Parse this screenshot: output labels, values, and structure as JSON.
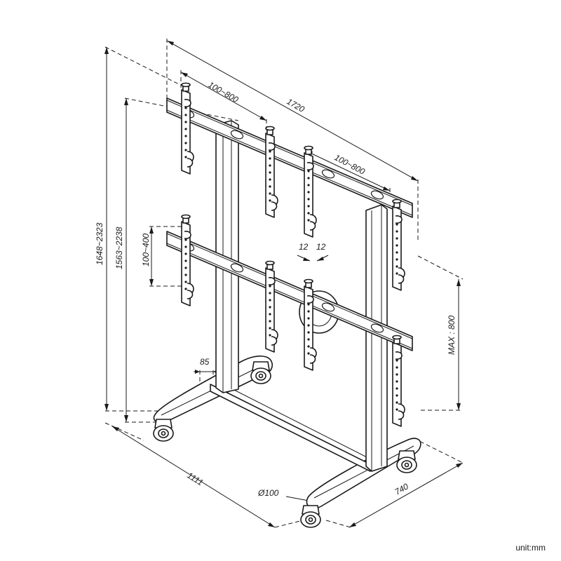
{
  "dimensions": {
    "top_width": "1720",
    "top_left_spacing": "100~800",
    "top_right_spacing": "100~800",
    "total_height": "1648~2323",
    "mount_height": "1563~2238",
    "mid_vertical_spacing": "100~400",
    "offset_left": "12",
    "offset_right": "12",
    "max_vertical": "MAX : 800",
    "offset_85": "85",
    "base_length": "1111",
    "base_depth": "740",
    "caster_diameter": "Ø100"
  },
  "unit": "unit:mm"
}
